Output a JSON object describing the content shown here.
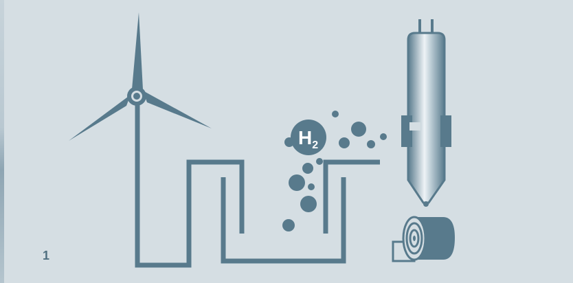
{
  "figure": {
    "number": "1",
    "molecule_symbol": "H",
    "molecule_subscript": "2"
  },
  "colors": {
    "background": "#d5dee3",
    "icon": "#587a8c"
  },
  "icons": [
    "wind-turbine-icon",
    "electrolysis-pipe-icon",
    "hydrogen-bubbles-icon",
    "extruder-nozzle-icon",
    "filament-roll-icon"
  ]
}
